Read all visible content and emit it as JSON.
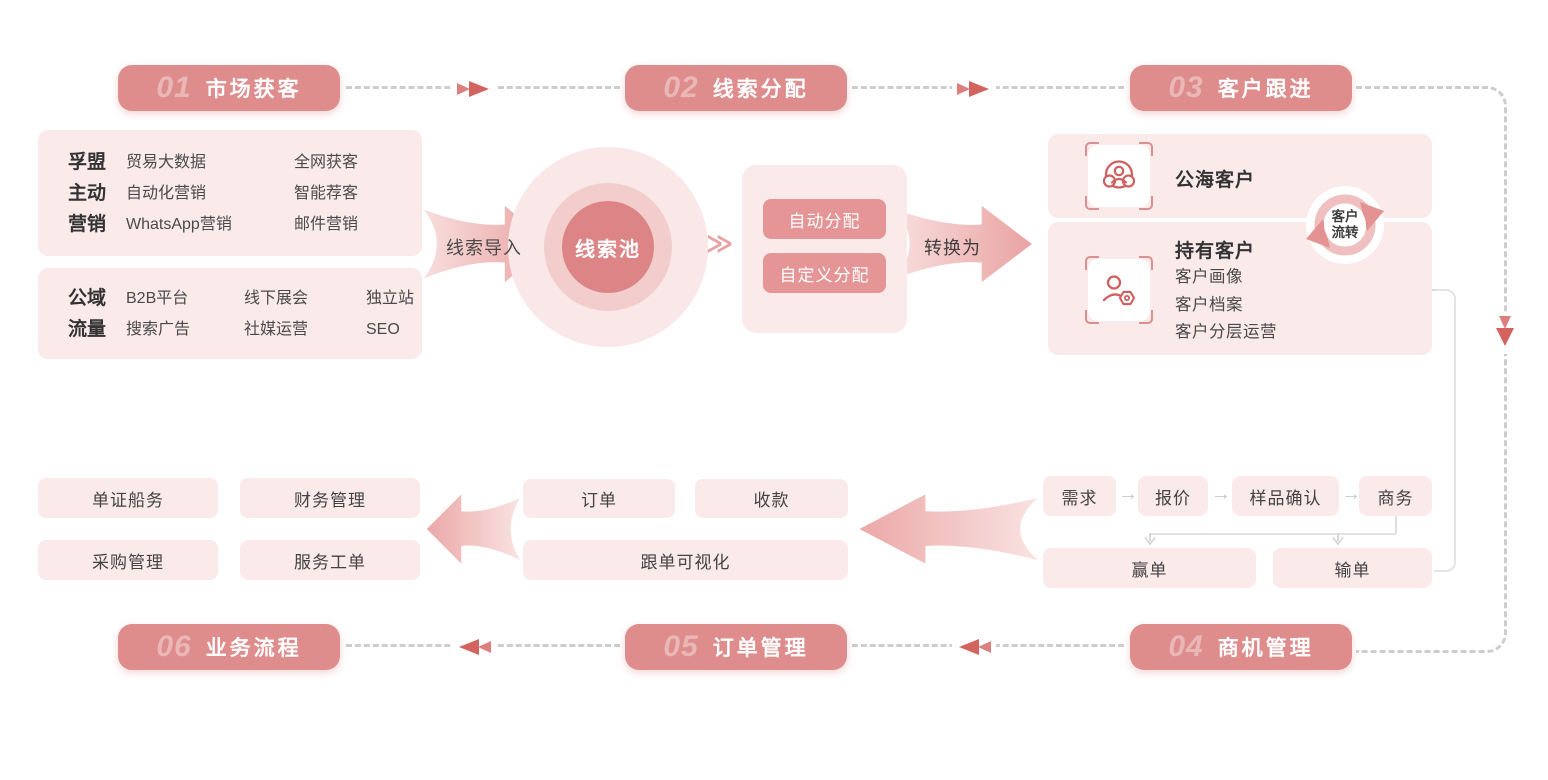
{
  "colors": {
    "stage_bg": "#de8c8c",
    "panel_bg": "#faeae9",
    "button_bg": "#e59596",
    "pool_inner": "#dc8486",
    "flow_arrow_red": "#d2635f",
    "dash_gray": "#cdcdcd",
    "icon_pink": "#d0605f",
    "text_dark": "#404040"
  },
  "stages": {
    "s1": {
      "num": "01",
      "label": "市场获客"
    },
    "s2": {
      "num": "02",
      "label": "线索分配"
    },
    "s3": {
      "num": "03",
      "label": "客户跟进"
    },
    "s4": {
      "num": "04",
      "label": "商机管理"
    },
    "s5": {
      "num": "05",
      "label": "订单管理"
    },
    "s6": {
      "num": "06",
      "label": "业务流程"
    }
  },
  "acquisition": {
    "active_group": {
      "label_lines": [
        "孚盟",
        "主动",
        "营销"
      ],
      "col1": [
        "贸易大数据",
        "自动化营销",
        "WhatsApp营销"
      ],
      "col2": [
        "全网获客",
        "智能荐客",
        "邮件营销"
      ]
    },
    "public_traffic": {
      "label_lines": [
        "公域",
        "流量"
      ],
      "col1": [
        "B2B平台",
        "搜索广告"
      ],
      "col2": [
        "线下展会",
        "社媒运营"
      ],
      "col3": [
        "独立站",
        "SEO"
      ]
    }
  },
  "lead_pool": {
    "import_label": "线索导入",
    "pool_label": "线索池",
    "chevron": "≫"
  },
  "distribution": {
    "auto_button": "自动分配",
    "custom_button": "自定义分配",
    "convert_label": "转换为"
  },
  "follow_up": {
    "public_sea_label": "公海客户",
    "owned_title": "持有客户",
    "owned_items": [
      "客户画像",
      "客户档案",
      "客户分层运营"
    ],
    "cycle_lines": [
      "客户",
      "流转"
    ]
  },
  "opportunity": {
    "steps": [
      "需求",
      "报价",
      "样品确认",
      "商务"
    ],
    "step_arrow": "→",
    "win_label": "赢单",
    "lose_label": "输单"
  },
  "order_mgmt": {
    "order": "订单",
    "payment": "收款",
    "tracking": "跟单可视化"
  },
  "process": {
    "docs_shipping": "单证船务",
    "finance": "财务管理",
    "purchase": "采购管理",
    "service": "服务工单"
  }
}
